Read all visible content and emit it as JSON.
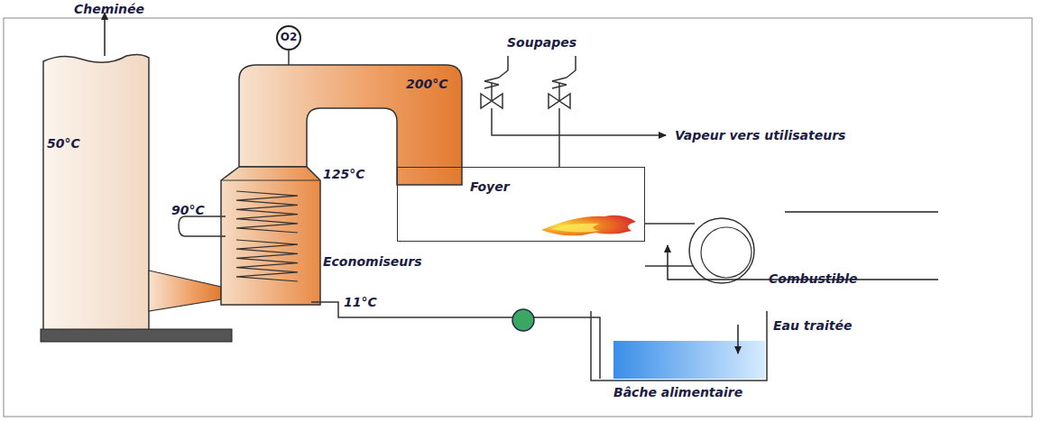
{
  "diagram": {
    "nodes": [
      {
        "text": [
          "Foyer"
        ]
      },
      {
        "text": [
          "O2"
        ]
      }
    ],
    "labels": [
      "Cheminée",
      "50°C",
      "200°C",
      "Soupapes",
      "Vapeur vers utilisateurs",
      "125°C",
      "90°C",
      "Economiseurs",
      "11°C",
      "Combustible",
      "Eau traitée",
      "Bâche alimentaire"
    ]
  }
}
